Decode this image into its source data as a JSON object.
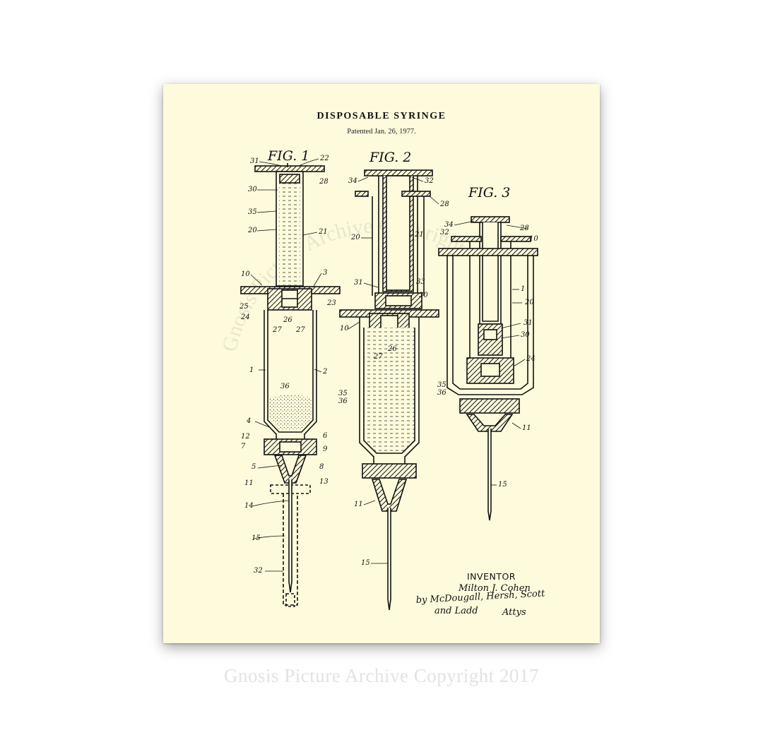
{
  "title": "DISPOSABLE SYRINGE",
  "subtitle": "Patented Jan. 26, 1977.",
  "figures": [
    "FIG. 1",
    "FIG. 2",
    "FIG. 3"
  ],
  "inventor": {
    "heading": "INVENTOR",
    "name": "Milton J. Cohen",
    "attorneys_line1": "by McDougall, Hersh, Scott",
    "attorneys_line2": "and Ladd",
    "attys": "Attys"
  },
  "ref_numbers": {
    "fig1": [
      "31",
      "22",
      "28",
      "30",
      "35",
      "20",
      "21",
      "10",
      "3",
      "25",
      "24",
      "23",
      "26",
      "27",
      "27",
      "1",
      "2",
      "36",
      "4",
      "6",
      "12",
      "7",
      "9",
      "5",
      "8",
      "11",
      "13",
      "14",
      "15",
      "32"
    ],
    "fig2": [
      "34",
      "32",
      "28",
      "20",
      "21",
      "31",
      "33",
      "30",
      "10",
      "26",
      "27",
      "35",
      "36",
      "11",
      "15"
    ],
    "fig3": [
      "34",
      "32",
      "28",
      "10",
      "1",
      "20",
      "31",
      "30",
      "24",
      "35",
      "36",
      "11",
      "15"
    ]
  },
  "circular_watermark": "Gnosis Picture Archive Copyright",
  "watermark": "Gnosis Picture Archive Copyright 2017",
  "colors": {
    "paper": "#fefbdc",
    "ink": "#111111",
    "watermark": "#e3e3e3"
  }
}
